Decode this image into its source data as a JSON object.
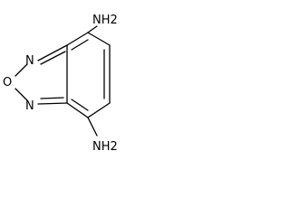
{
  "molecule": {
    "atoms": {
      "amine_top": "NH2",
      "amine_bottom": "NH2",
      "ring_n_top": "N",
      "ring_o": "O",
      "ring_n_bottom": "N"
    },
    "colors": {
      "bond": "#000000",
      "label": "#000000",
      "background": "#ffffff"
    }
  }
}
